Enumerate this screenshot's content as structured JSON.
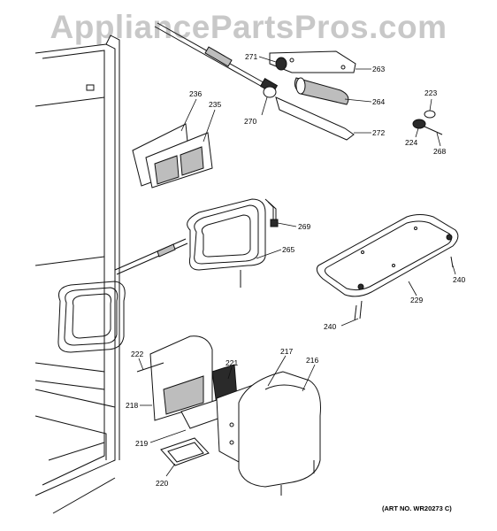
{
  "watermark": "AppliancePartsPros.com",
  "art_number": "(ART NO. WR20273 C)",
  "callouts": {
    "c263": "263",
    "c264": "264",
    "c270": "270",
    "c271": "271",
    "c272": "272",
    "c223": "223",
    "c224": "224",
    "c268": "268",
    "c235": "235",
    "c236": "236",
    "c269": "269",
    "c265": "265",
    "c229": "229",
    "c240a": "240",
    "c240b": "240",
    "c222": "222",
    "c221": "221",
    "c217": "217",
    "c216": "216",
    "c218": "218",
    "c219": "219",
    "c220": "220"
  }
}
